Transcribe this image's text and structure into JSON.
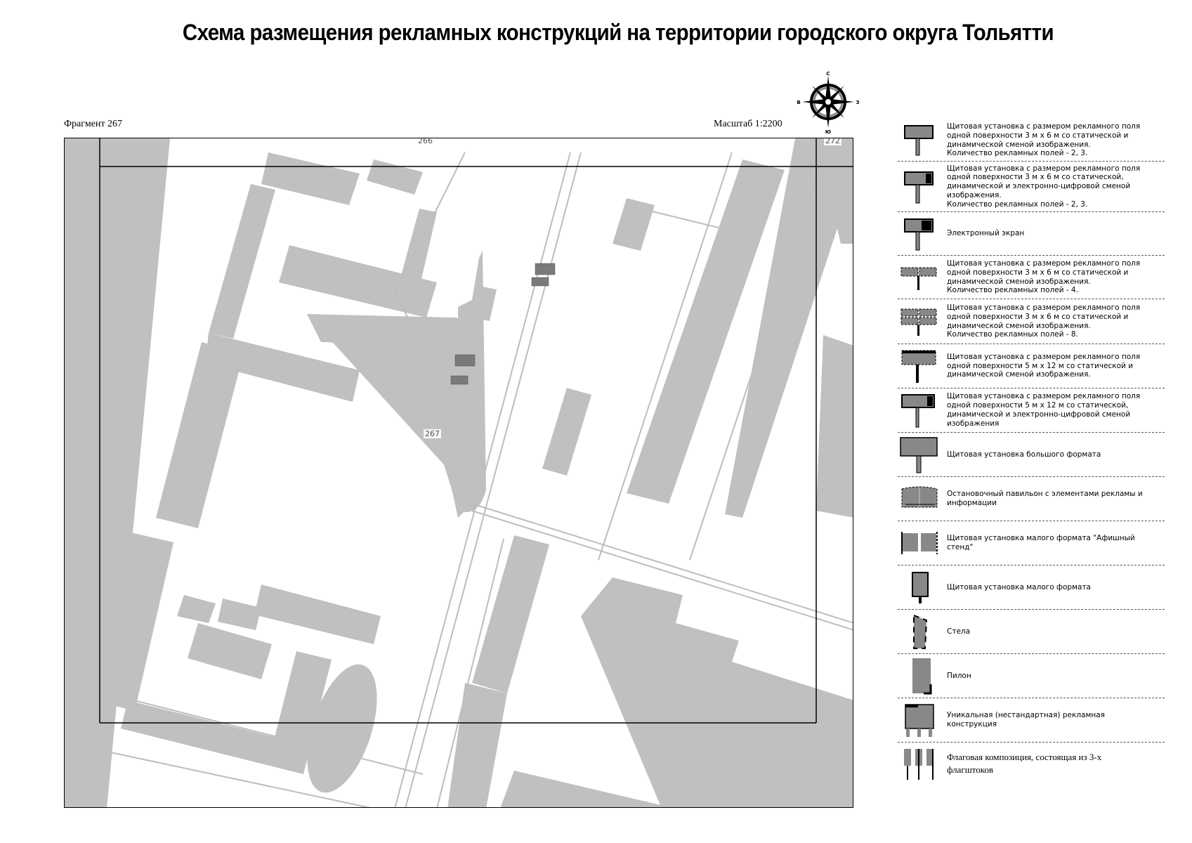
{
  "title": "Схема размещения рекламных конструкций на территории городского округа Тольятти",
  "fragment_label": "Фрагмент 267",
  "scale_label": "Масштаб 1:2200",
  "compass": {
    "north": "С",
    "south": "Ю",
    "west": "В",
    "east": "З"
  },
  "map": {
    "tile_labels": [
      {
        "text": "266"
      },
      {
        "text": "272"
      },
      {
        "text": "267"
      }
    ],
    "colors": {
      "building": "#c0c0c0",
      "road_line": "#bdbdbd",
      "frame": "#000000",
      "ad_structure": "#7a7a7a"
    }
  },
  "legend": {
    "items": [
      {
        "icon": "billboard-3x6-static-dynamic-icon",
        "text": "Щитовая установка с размером рекламного поля\nодной поверхности 3 м х 6 м со статической и\nдинамической сменой изображения.\nКоличество рекламных полей - 2, 3."
      },
      {
        "icon": "billboard-3x6-digital-icon",
        "text": "Щитовая установка с размером рекламного поля\nодной поверхности 3 м х 6 м со статической,\nдинамической и электронно-цифровой сменой\nизображения.\nКоличество рекламных полей - 2, 3."
      },
      {
        "icon": "electronic-screen-icon",
        "text": "Электронный экран"
      },
      {
        "icon": "billboard-3x6-4-fields-icon",
        "text": "Щитовая установка с размером рекламного поля\nодной поверхности 3 м х 6 м со статической и\nдинамической сменой изображения.\nКоличество рекламных полей - 4."
      },
      {
        "icon": "billboard-3x6-8-fields-icon",
        "text": "Щитовая установка с размером рекламного поля\nодной поверхности 3 м х 6 м со статической и\nдинамической сменой изображения.\nКоличество рекламных полей - 8."
      },
      {
        "icon": "billboard-5x12-static-dynamic-icon",
        "text": "Щитовая установка с размером рекламного поля\nодной поверхности 5 м х 12 м со статической и\nдинамической сменой изображения."
      },
      {
        "icon": "billboard-5x12-digital-icon",
        "text": "Щитовая установка с размером рекламного поля\nодной поверхности 5 м х 12 м со статической,\nдинамической и электронно-цифровой сменой\nизображения"
      },
      {
        "icon": "large-format-billboard-icon",
        "text": "Щитовая установка большого формата"
      },
      {
        "icon": "bus-stop-pavilion-icon",
        "text": "Остановочный павильон с элементами рекламы и\nинформации"
      },
      {
        "icon": "poster-stand-icon",
        "text": "Щитовая установка малого формата \"Афишный\nстенд\""
      },
      {
        "icon": "small-format-billboard-icon",
        "text": "Щитовая установка малого формата"
      },
      {
        "icon": "stele-icon",
        "text": "Стела"
      },
      {
        "icon": "pylon-icon",
        "text": "Пилон"
      },
      {
        "icon": "unique-structure-icon",
        "text": "Уникальная (нестандартная) рекламная\nконструкция"
      },
      {
        "icon": "flag-composition-icon",
        "text": "Флаговая композиция, состоящая из 3-х\nфлагштоков"
      }
    ]
  }
}
